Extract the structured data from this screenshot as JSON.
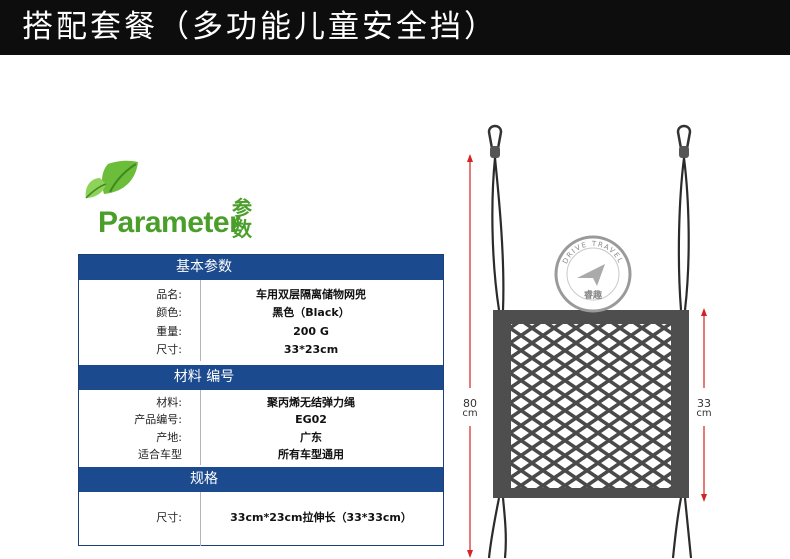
{
  "banner": {
    "title": "搭配套餐（多功能儿童安全挡）"
  },
  "logo": {
    "text": "Parameter",
    "cn": "参数"
  },
  "spec": {
    "sections": [
      {
        "title": "基本参数",
        "rows": [
          {
            "k": "品名:",
            "v": "车用双层隔离储物网兜"
          },
          {
            "k": "颜色:",
            "v": "黑色（Black）"
          },
          {
            "k": "重量:",
            "v": "200 G"
          },
          {
            "k": "尺寸:",
            "v": "33*23cm"
          }
        ]
      },
      {
        "title": "材料 编号",
        "rows": [
          {
            "k": "材料:",
            "v": "聚丙烯无结弹力绳"
          },
          {
            "k": "产品编号:",
            "v": "EG02"
          },
          {
            "k": "产地:",
            "v": "广东"
          },
          {
            "k": "适合车型",
            "v": "所有车型通用"
          }
        ]
      },
      {
        "title": "规格",
        "rows": [
          {
            "k": "尺寸:",
            "v": "33cm*23cm拉伸长（33*33cm）"
          }
        ]
      }
    ]
  },
  "product": {
    "sign_text": "DRIVE TRAVEL",
    "sign_cn": "睿趣",
    "dim_total_num": "80",
    "dim_total_unit": "cm",
    "dim_net_num": "33",
    "dim_net_unit": "cm",
    "colors": {
      "dim": "#d42323",
      "net": "#5a5a5a",
      "frame": "#4e4e4e"
    }
  }
}
